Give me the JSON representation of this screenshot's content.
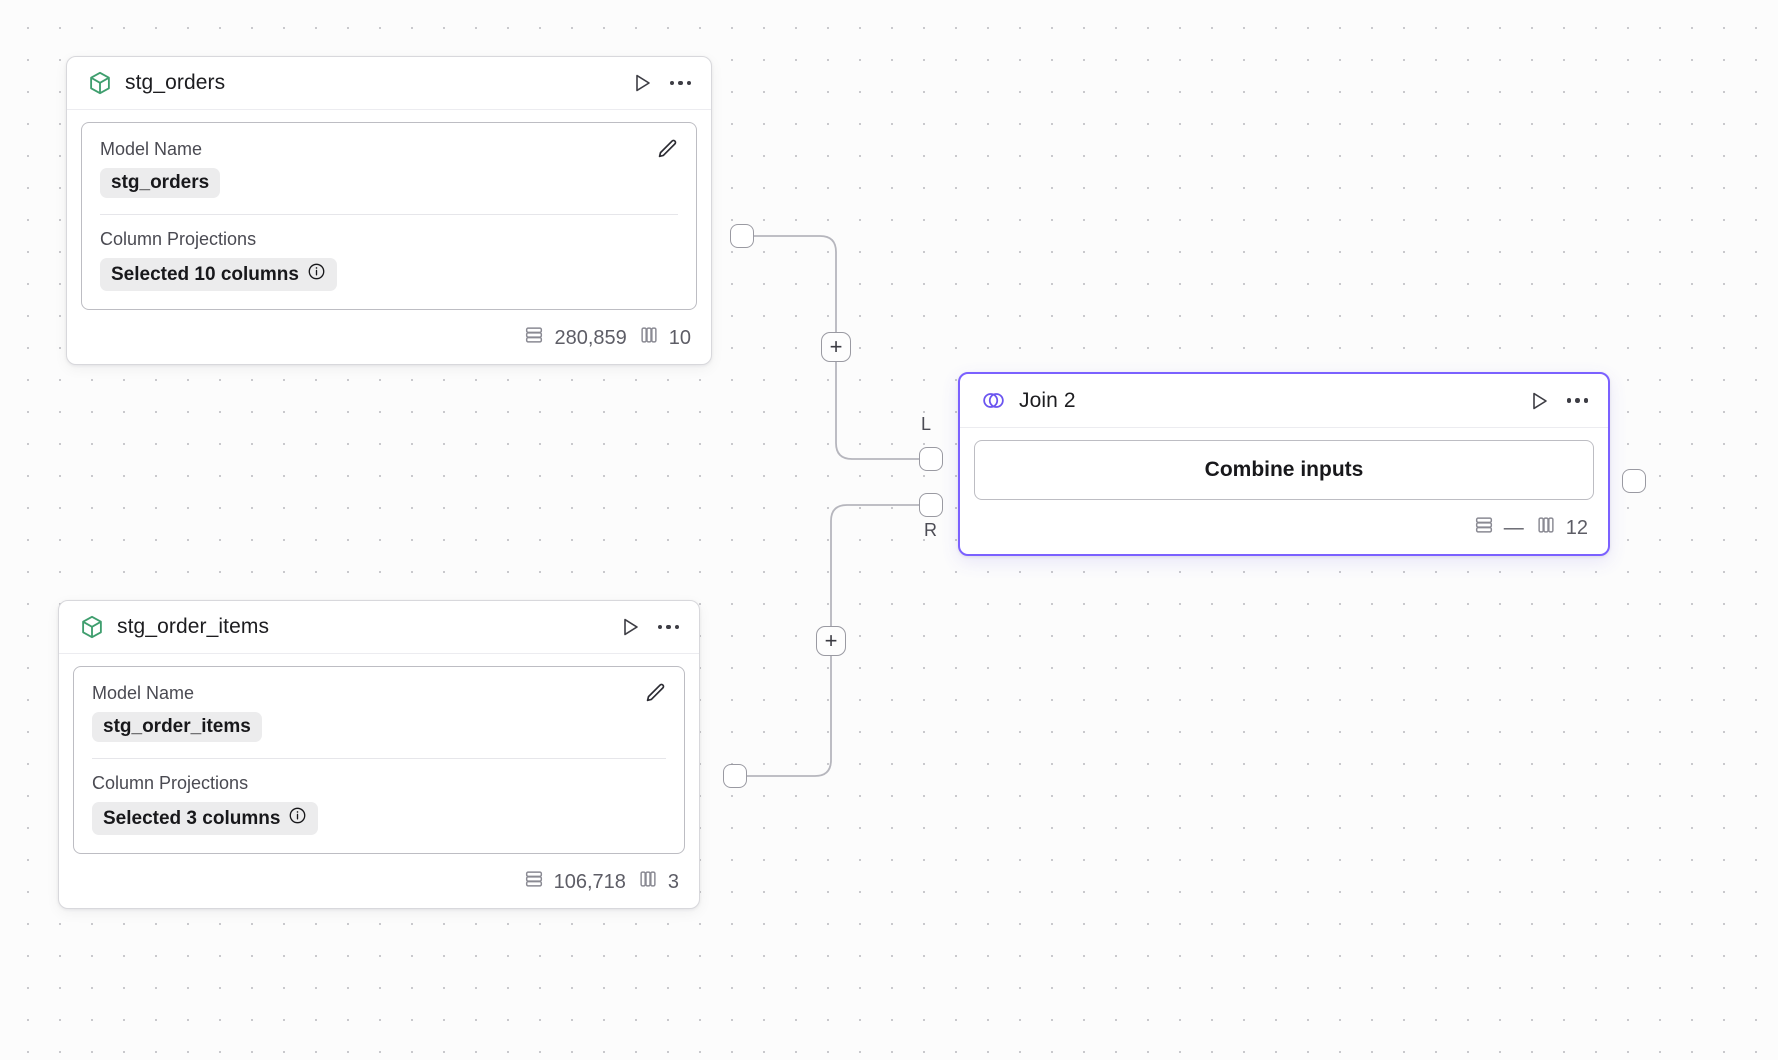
{
  "canvas": {
    "background_color": "#fcfcfc",
    "grid_dot_color": "#c9c9cd",
    "accent_color": "#7b61ff",
    "model_icon_color": "#3f9e6e"
  },
  "nodes": [
    {
      "id": "stg_orders",
      "icon": "cube-icon",
      "title": "stg_orders",
      "selected": false,
      "fields": [
        {
          "label": "Model Name",
          "value": "stg_orders",
          "has_info": false
        },
        {
          "label": "Column Projections",
          "value": "Selected 10 columns",
          "has_info": true
        }
      ],
      "footer": {
        "rows_icon": "rows-icon",
        "rows": "280,859",
        "cols_icon": "columns-icon",
        "cols": "10"
      },
      "actions": {
        "run": "run-icon",
        "more": "more-icon",
        "edit": "edit-pencil-icon"
      }
    },
    {
      "id": "stg_order_items",
      "icon": "cube-icon",
      "title": "stg_order_items",
      "selected": false,
      "fields": [
        {
          "label": "Model Name",
          "value": "stg_order_items",
          "has_info": false
        },
        {
          "label": "Column Projections",
          "value": "Selected 3 columns",
          "has_info": true
        }
      ],
      "footer": {
        "rows_icon": "rows-icon",
        "rows": "106,718",
        "cols_icon": "columns-icon",
        "cols": "3"
      },
      "actions": {
        "run": "run-icon",
        "more": "more-icon",
        "edit": "edit-pencil-icon"
      }
    },
    {
      "id": "join_2",
      "icon": "join-venn-icon",
      "title": "Join 2",
      "selected": true,
      "button_label": "Combine inputs",
      "footer": {
        "rows_icon": "rows-icon",
        "rows": "—",
        "cols_icon": "columns-icon",
        "cols": "12"
      },
      "actions": {
        "run": "run-icon",
        "more": "more-icon"
      },
      "input_ports": [
        {
          "label": "L"
        },
        {
          "label": "R"
        }
      ]
    }
  ],
  "edges": [
    {
      "from": "stg_orders",
      "to": "join_2_L",
      "add_button": "+"
    },
    {
      "from": "stg_order_items",
      "to": "join_2_R",
      "add_button": "+"
    }
  ]
}
